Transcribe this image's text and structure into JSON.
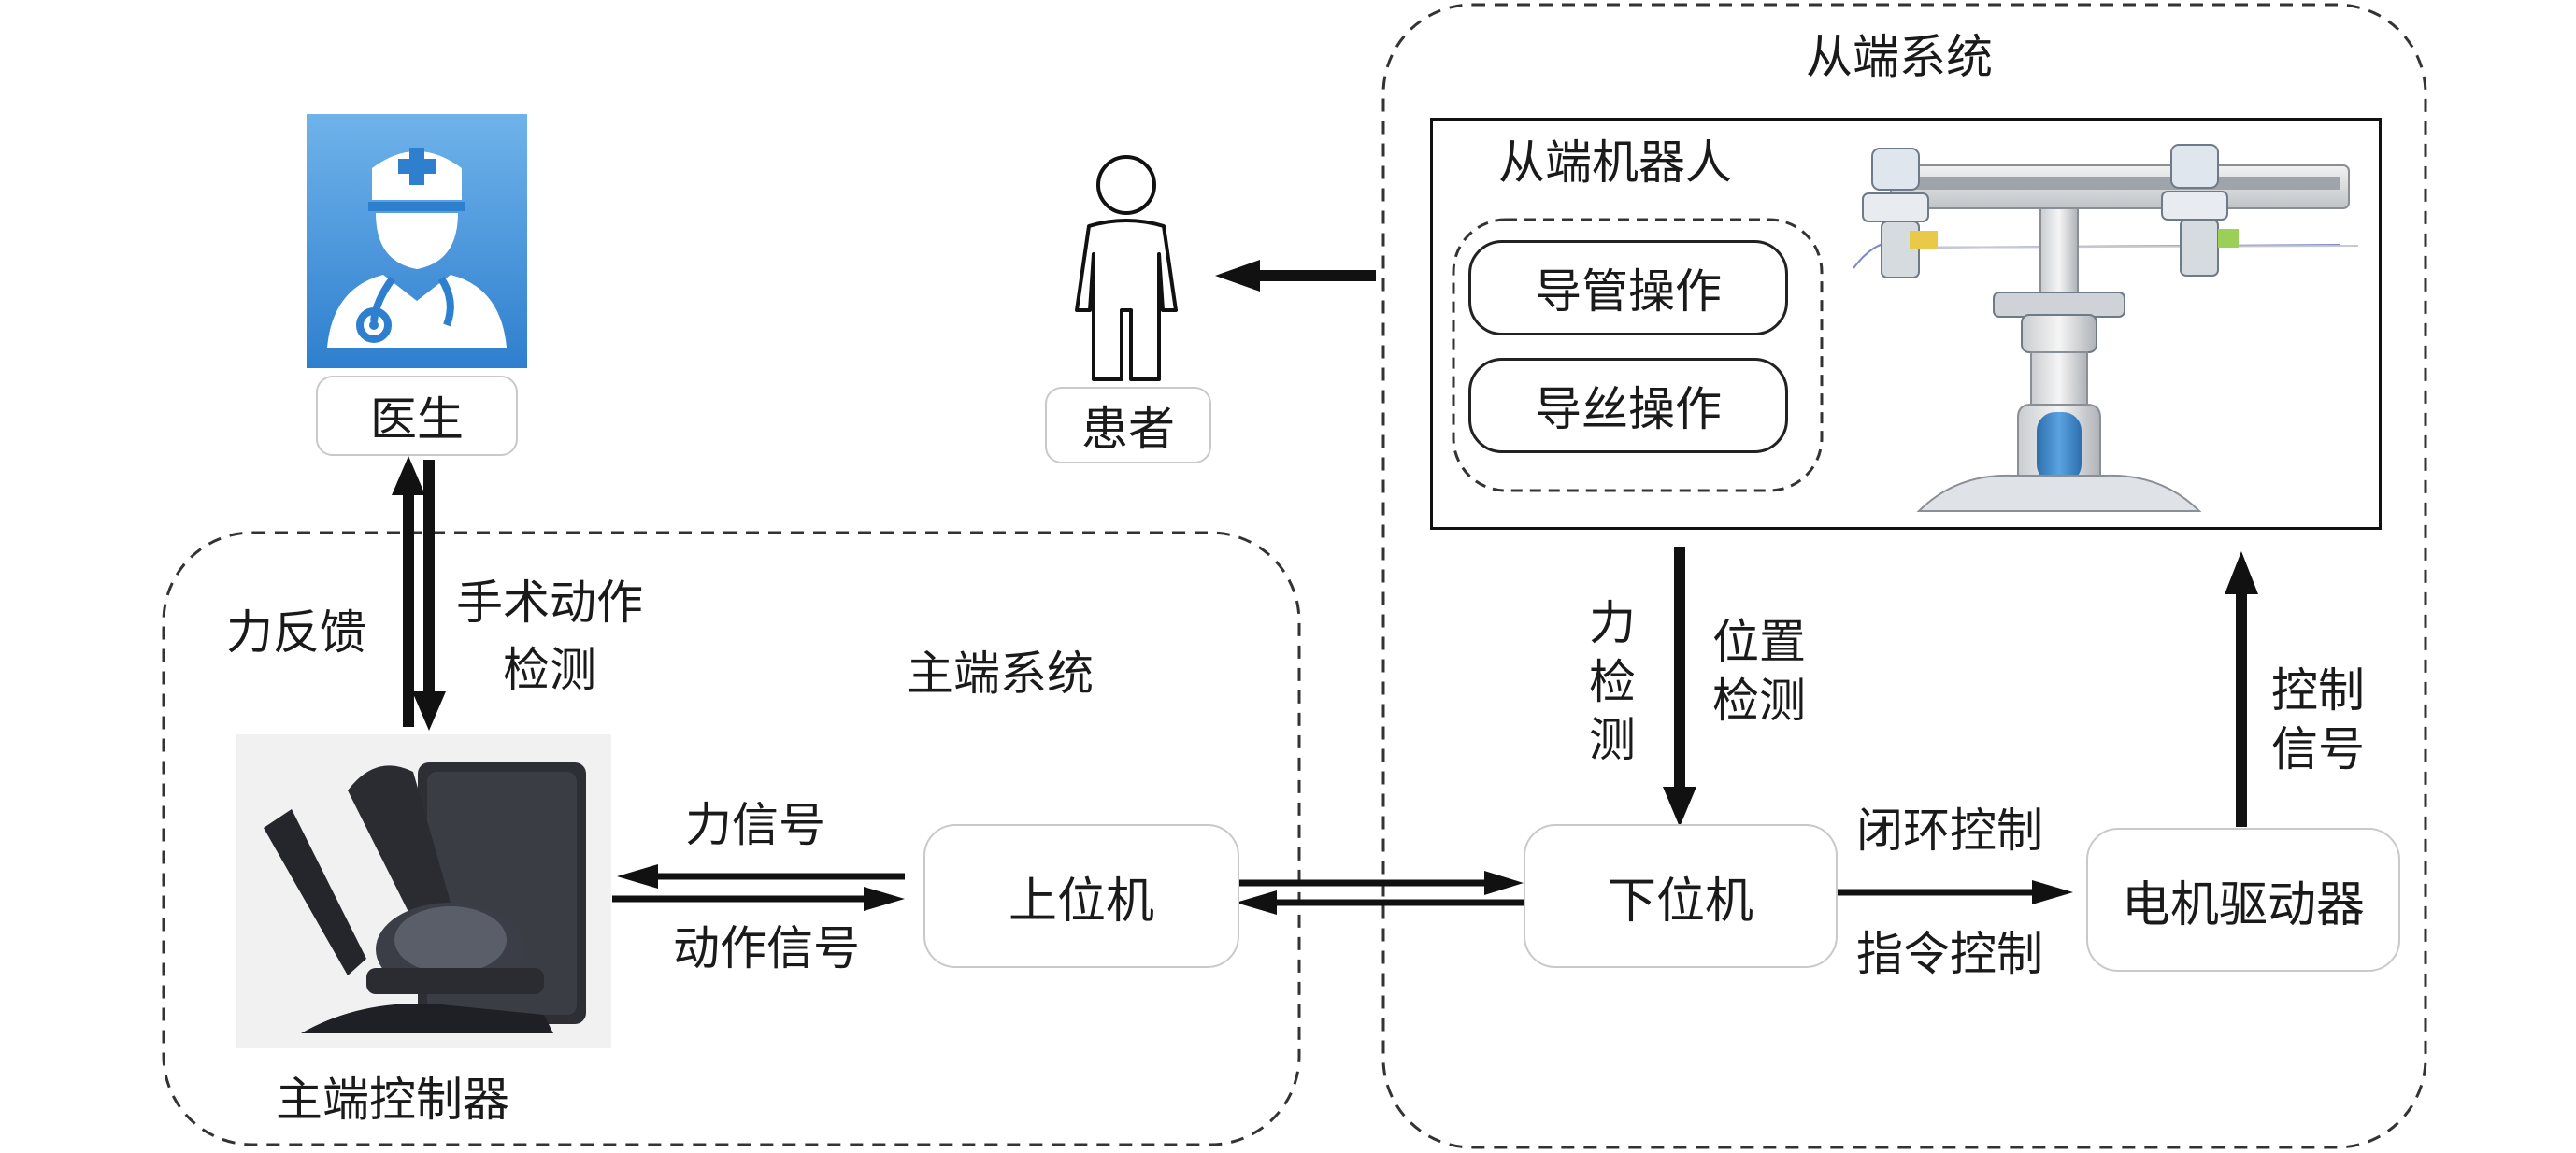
{
  "diagram": {
    "slave_system": {
      "title": "从端系统",
      "robot_panel": {
        "title": "从端机器人",
        "operations": [
          "导管操作",
          "导丝操作"
        ]
      },
      "lower_computer": "下位机",
      "motor_driver": "电机驱动器"
    },
    "master_system": {
      "title": "主端系统",
      "upper_computer": "上位机",
      "controller_label": "主端控制器"
    },
    "doctor": {
      "label": "医生"
    },
    "patient": {
      "label": "患者"
    },
    "arrows": {
      "force_feedback": "力反馈",
      "surgical_motion_line1": "手术动作",
      "surgical_motion_line2": "检测",
      "force_signal": "力信号",
      "motion_signal": "动作信号",
      "force_detect": "力\n检\n测",
      "position_detect": "位置\n检测",
      "closed_loop": "闭环控制",
      "command_control": "指令控制",
      "control_signal": "控制\n信号"
    },
    "colors": {
      "doctor_icon_bg": "#3f93dc",
      "robot_accent": "#3a86c8",
      "line": "#111111"
    }
  }
}
